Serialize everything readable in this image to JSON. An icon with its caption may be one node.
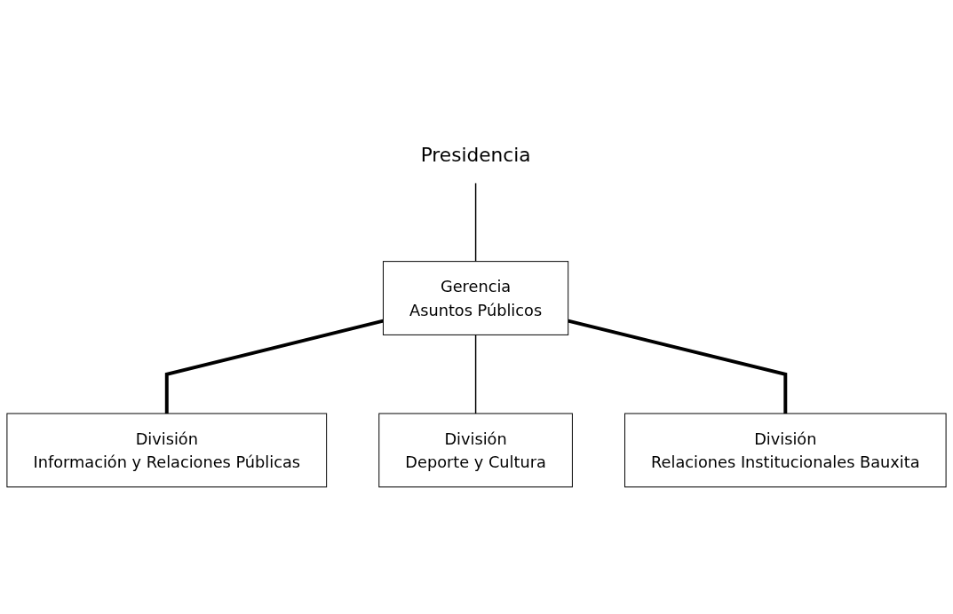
{
  "diagram": {
    "nodes": [
      {
        "text": [
          "Presidencia"
        ]
      },
      {
        "text": [
          "Gerencia",
          "Asuntos Públicos"
        ]
      },
      {
        "text": [
          "División",
          "Información y Relaciones Públicas"
        ]
      },
      {
        "text": [
          "División",
          "Deporte y Cultura"
        ]
      },
      {
        "text": [
          "División",
          "Relaciones Institucionales Bauxita"
        ]
      }
    ],
    "edges": [
      {
        "from": 0,
        "to": 1,
        "arrow": "none"
      },
      {
        "from": 1,
        "to": 2,
        "arrow": "none",
        "style": "thick"
      },
      {
        "from": 1,
        "to": 3,
        "arrow": "none"
      },
      {
        "from": 1,
        "to": 4,
        "arrow": "none",
        "style": "thick"
      }
    ]
  }
}
